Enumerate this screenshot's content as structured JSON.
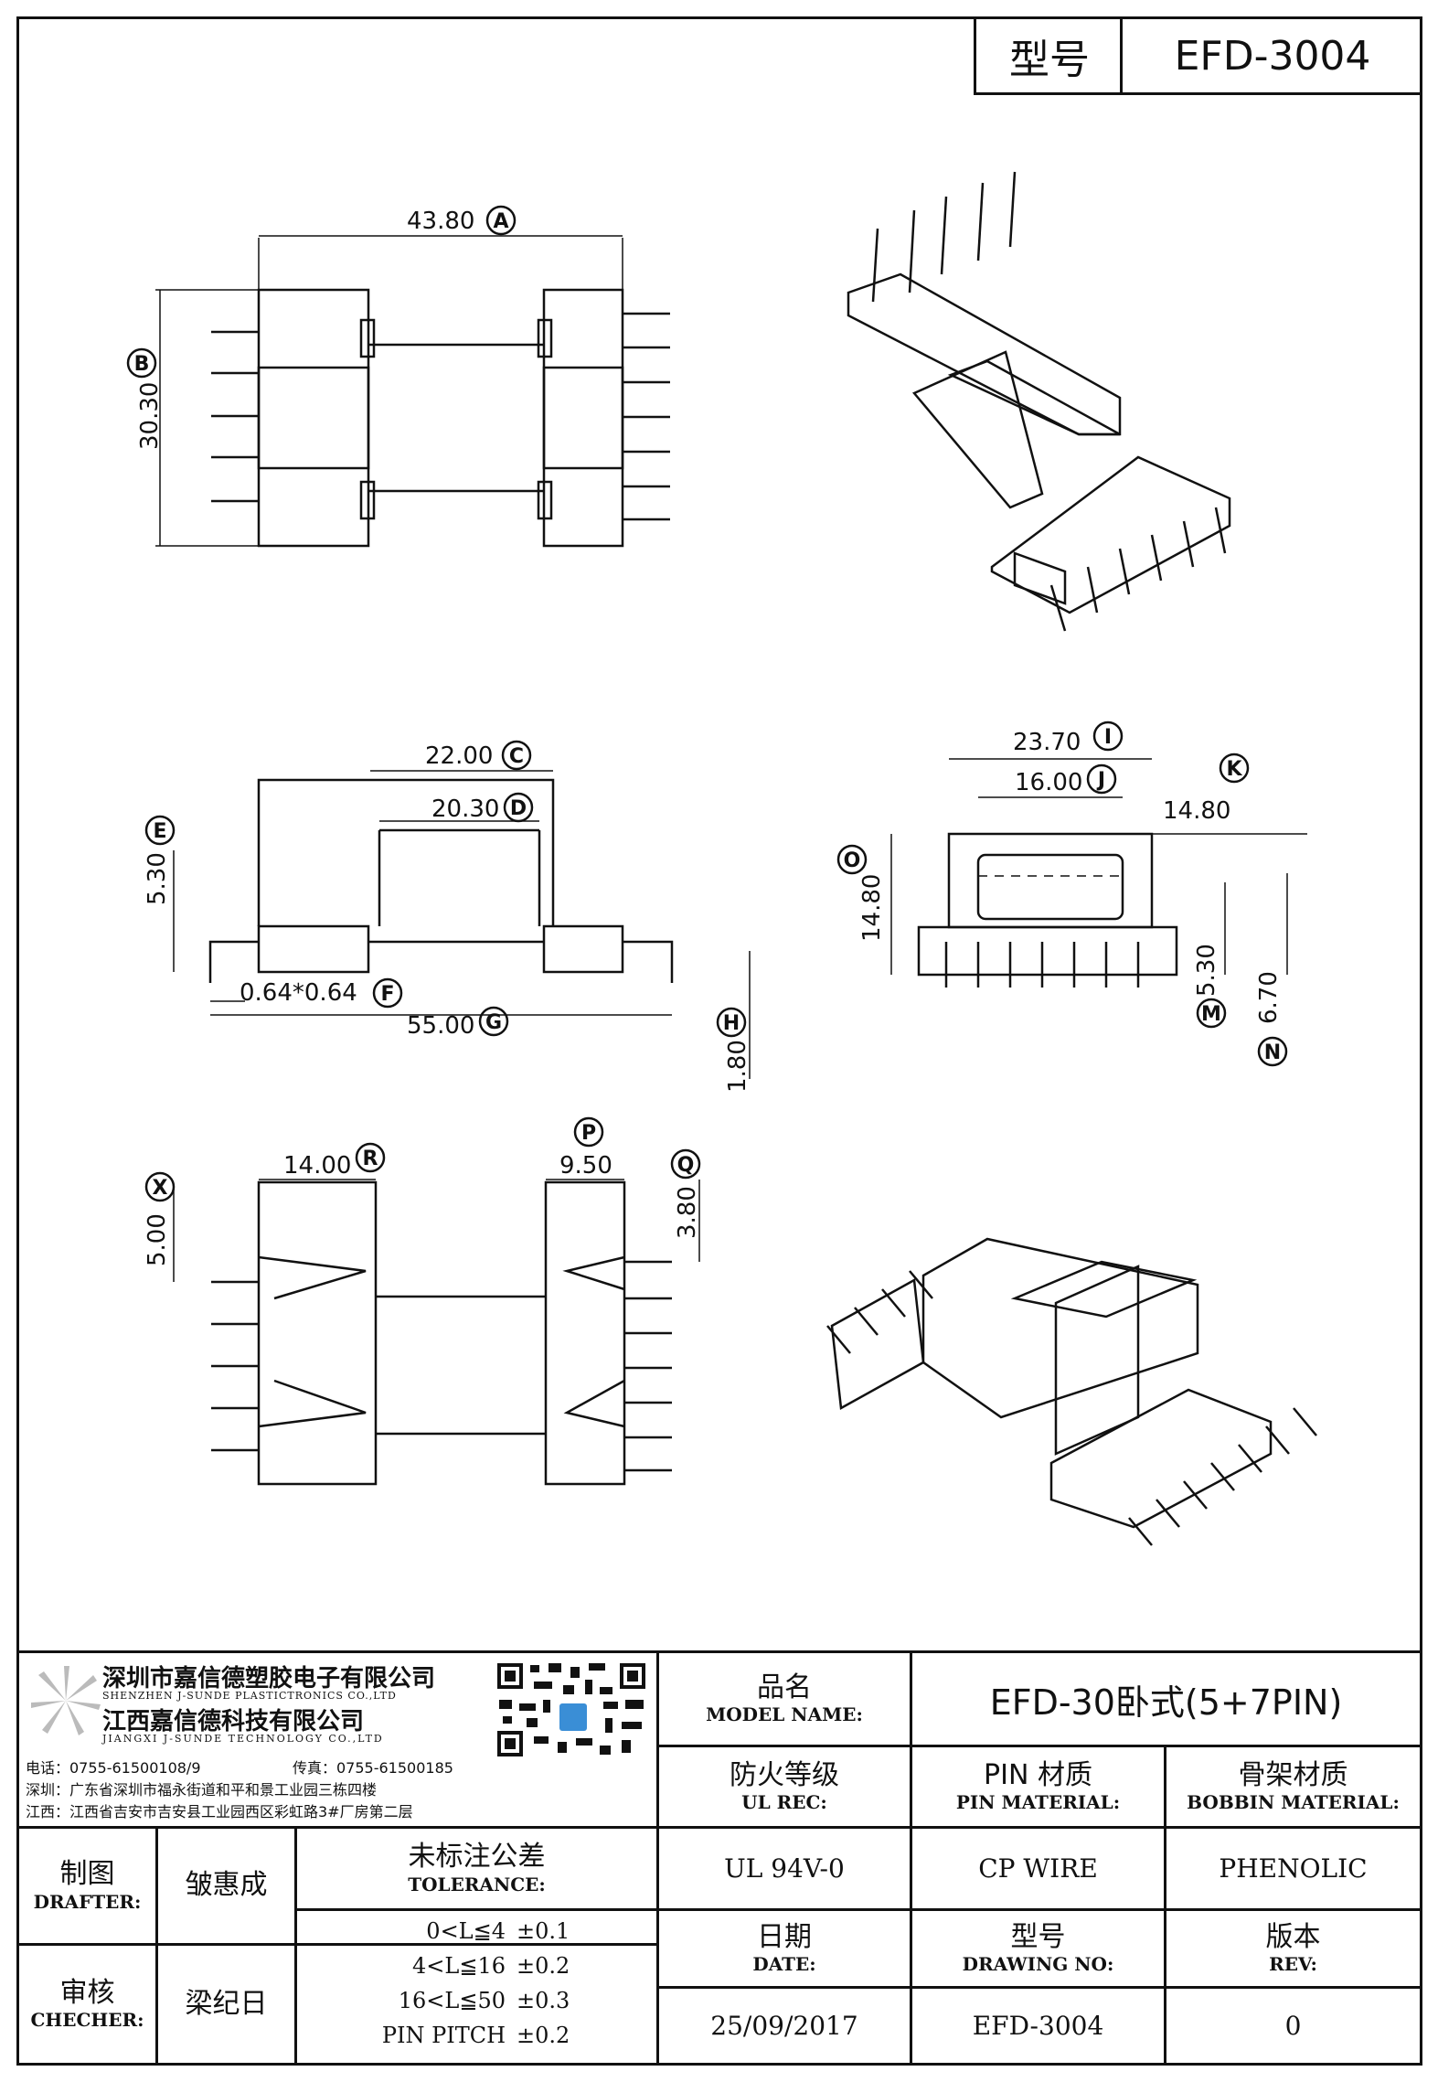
{
  "header": {
    "model_label": "型号",
    "model_value": "EFD-3004"
  },
  "dimensions": {
    "A": "43.80",
    "B": "30.30",
    "C": "22.00",
    "D": "20.30",
    "E": "5.30",
    "F": "0.64*0.64",
    "G": "55.00",
    "H": "1.80",
    "I": "23.70",
    "J": "16.00",
    "K": "14.80",
    "M": "5.30",
    "N": "6.70",
    "O": "14.80",
    "P": "9.50",
    "Q": "3.80",
    "R": "14.00",
    "X": "5.00"
  },
  "letters": {
    "A": "A",
    "B": "B",
    "C": "C",
    "D": "D",
    "E": "E",
    "F": "F",
    "G": "G",
    "H": "H",
    "I": "I",
    "J": "J",
    "K": "K",
    "M": "M",
    "N": "N",
    "O": "O",
    "P": "P",
    "Q": "Q",
    "R": "R",
    "X": "X"
  },
  "company": {
    "name_cn_1": "深圳市嘉信德塑胶电子有限公司",
    "name_en_1": "SHENZHEN J-SUNDE PLASTICTRONICS CO.,LTD",
    "name_cn_2": "江西嘉信德科技有限公司",
    "name_en_2": "JIANGXI J-SUNDE TECHNOLOGY CO.,LTD",
    "phone": "电话：0755-61500108/9",
    "fax": "传真：0755-61500185",
    "addr_sz": "深圳：广东省深圳市福永街道和平和景工业园三栋四楼",
    "addr_jx": "江西：江西省吉安市吉安县工业园西区彩虹路3#厂房第二层"
  },
  "title_block": {
    "model_name_cn": "品名",
    "model_name_en": "MODEL NAME:",
    "model_name_value": "EFD-30卧式(5+7PIN)",
    "ul_cn": "防火等级",
    "ul_en": "UL REC:",
    "pin_cn": "PIN 材质",
    "pin_en": "PIN MATERIAL:",
    "bobbin_cn": "骨架材质",
    "bobbin_en": "BOBBIN MATERIAL:",
    "drafter_cn": "制图",
    "drafter_en": "DRAFTER:",
    "drafter_name": "皱惠成",
    "checker_cn": "审核",
    "checker_en": "CHECHER:",
    "checker_name": "梁纪日",
    "tol_cn": "未标注公差",
    "tol_en": "TOLERANCE:",
    "tolerances": [
      {
        "range": "0<L≦4",
        "value": "±0.1"
      },
      {
        "range": "4<L≦16",
        "value": "±0.2"
      },
      {
        "range": "16<L≦50",
        "value": "±0.3"
      },
      {
        "range": "PIN PITCH",
        "value": "±0.2"
      }
    ],
    "ul_value": "UL 94V-0",
    "pin_value": "CP WIRE",
    "bobbin_value": "PHENOLIC",
    "date_cn": "日期",
    "date_en": "DATE:",
    "drawing_cn": "型号",
    "drawing_en": "DRAWING NO:",
    "rev_cn": "版本",
    "rev_en": "REV:",
    "date_value": "25/09/2017",
    "drawing_value": "EFD-3004",
    "rev_value": "0"
  }
}
